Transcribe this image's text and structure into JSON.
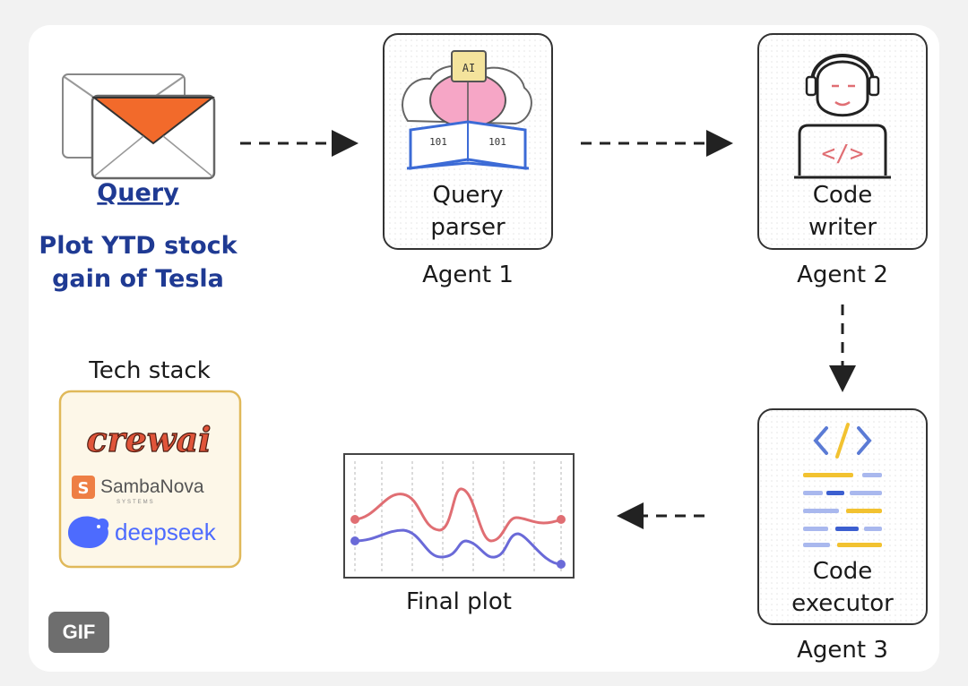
{
  "query": {
    "label": "Query",
    "text_line1": "Plot YTD stock",
    "text_line2": "gain of Tesla"
  },
  "agents": [
    {
      "name_line1": "Query",
      "name_line2": "parser",
      "caption": "Agent 1"
    },
    {
      "name_line1": "Code",
      "name_line2": "writer",
      "caption": "Agent 2"
    },
    {
      "name_line1": "Code",
      "name_line2": "executor",
      "caption": "Agent 3"
    }
  ],
  "final_plot": {
    "caption": "Final plot"
  },
  "tech_stack": {
    "title": "Tech stack",
    "logos": [
      "crewai",
      "SambaNova",
      "deepseek"
    ],
    "sambanova_sub": "SYSTEMS"
  },
  "badge": {
    "label": "GIF"
  },
  "colors": {
    "envelope_accent": "#f26a2b",
    "query_text": "#1f3a93",
    "crewai_red": "#e0553a",
    "sambanova_orange": "#ee7f45",
    "deepseek_blue": "#4d6bfe",
    "plot_red": "#e06e73",
    "plot_purple": "#6a6ad8"
  },
  "icons": [
    "envelope-icon",
    "brain-book-icon",
    "developer-icon",
    "code-lines-icon",
    "line-chart-icon"
  ]
}
